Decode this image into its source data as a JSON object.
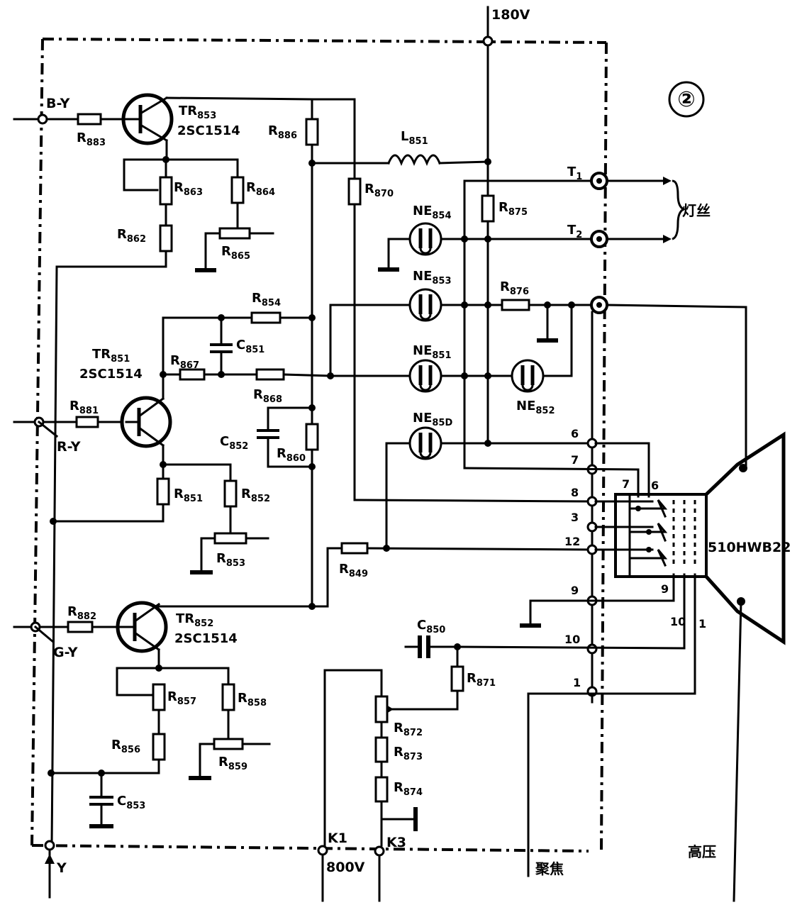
{
  "figure_number": "②",
  "supply": {
    "v180": "180V",
    "v800": "800V"
  },
  "inputs": {
    "b_y": "B-Y",
    "r_y": "R-Y",
    "g_y": "G-Y",
    "y": "Y"
  },
  "transistors": [
    {
      "ref": "TR",
      "sub": "853",
      "part": "2SC1514"
    },
    {
      "ref": "TR",
      "sub": "851",
      "part": "2SC1514"
    },
    {
      "ref": "TR",
      "sub": "852",
      "part": "2SC1514"
    }
  ],
  "components": {
    "R883": {
      "p": "R",
      "s": "883"
    },
    "R863": {
      "p": "R",
      "s": "863"
    },
    "R864": {
      "p": "R",
      "s": "864"
    },
    "R862": {
      "p": "R",
      "s": "862"
    },
    "R865": {
      "p": "R",
      "s": "865"
    },
    "R886": {
      "p": "R",
      "s": "886"
    },
    "R870": {
      "p": "R",
      "s": "870"
    },
    "L851": {
      "p": "L",
      "s": "851"
    },
    "R875": {
      "p": "R",
      "s": "875"
    },
    "R854": {
      "p": "R",
      "s": "854"
    },
    "C851": {
      "p": "C",
      "s": "851"
    },
    "R867": {
      "p": "R",
      "s": "867"
    },
    "R868": {
      "p": "R",
      "s": "868"
    },
    "R881": {
      "p": "R",
      "s": "881"
    },
    "C852": {
      "p": "C",
      "s": "852"
    },
    "R860": {
      "p": "R",
      "s": "860"
    },
    "R851": {
      "p": "R",
      "s": "851"
    },
    "R852": {
      "p": "R",
      "s": "852"
    },
    "R853": {
      "p": "R",
      "s": "853"
    },
    "R849": {
      "p": "R",
      "s": "849"
    },
    "R882": {
      "p": "R",
      "s": "882"
    },
    "R857": {
      "p": "R",
      "s": "857"
    },
    "R858": {
      "p": "R",
      "s": "858"
    },
    "R856": {
      "p": "R",
      "s": "856"
    },
    "R859": {
      "p": "R",
      "s": "859"
    },
    "C853": {
      "p": "C",
      "s": "853"
    },
    "C850": {
      "p": "C",
      "s": "850"
    },
    "R871": {
      "p": "R",
      "s": "871"
    },
    "R872": {
      "p": "R",
      "s": "872"
    },
    "R873": {
      "p": "R",
      "s": "873"
    },
    "R874": {
      "p": "R",
      "s": "874"
    },
    "R876": {
      "p": "R",
      "s": "876"
    },
    "NE854": {
      "p": "NE",
      "s": "854"
    },
    "NE853": {
      "p": "NE",
      "s": "853"
    },
    "NE851": {
      "p": "NE",
      "s": "851"
    },
    "NE852": {
      "p": "NE",
      "s": "852"
    },
    "NE850": {
      "p": "NE",
      "s": "85D"
    }
  },
  "terminals": {
    "t1": {
      "p": "T",
      "s": "1"
    },
    "t2": {
      "p": "T",
      "s": "2"
    },
    "k1": "K1",
    "k3": "K3"
  },
  "filament_label": "灯丝",
  "tube": {
    "model": "510HWB22"
  },
  "pins": {
    "p6": "6",
    "p7": "7",
    "p8": "8",
    "p3": "3",
    "p12": "12",
    "p9": "9",
    "p10": "10",
    "p1": "1",
    "t7": "7",
    "t6": "6",
    "t9": "9",
    "t10": "10",
    "t1": "1"
  },
  "focus_label": "聚焦",
  "hv_label": "高压"
}
